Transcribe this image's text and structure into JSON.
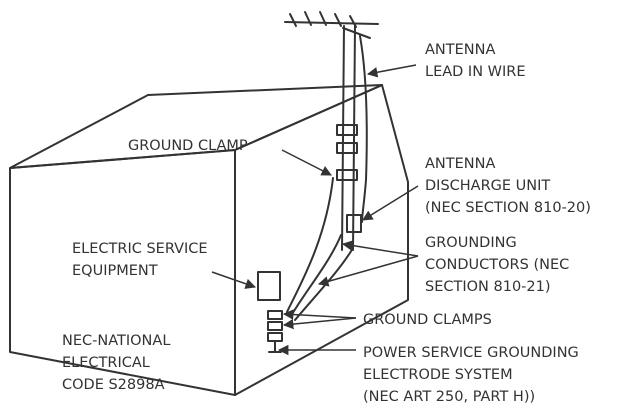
{
  "labels": {
    "antenna_lead_in_wire": [
      "ANTENNA",
      "LEAD IN WIRE"
    ],
    "ground_clamp": "GROUND CLAMP",
    "antenna_discharge_unit": [
      "ANTENNA",
      "DISCHARGE UNIT",
      "(NEC SECTION 810-20)"
    ],
    "electric_service_equipment": [
      "ELECTRIC SERVICE",
      "EQUIPMENT"
    ],
    "grounding_conductors": [
      "GROUNDING",
      "CONDUCTORS (NEC",
      "SECTION 810-21)"
    ],
    "ground_clamps": "GROUND CLAMPS",
    "nec_note": [
      "NEC-NATIONAL",
      "ELECTRICAL",
      "CODE S2898A"
    ],
    "power_service_grounding": [
      "POWER SERVICE GROUNDING",
      "ELECTRODE SYSTEM",
      "(NEC ART 250, PART H))"
    ]
  },
  "colors": {
    "line": "#333333",
    "text": "#333333",
    "background": "#ffffff"
  }
}
